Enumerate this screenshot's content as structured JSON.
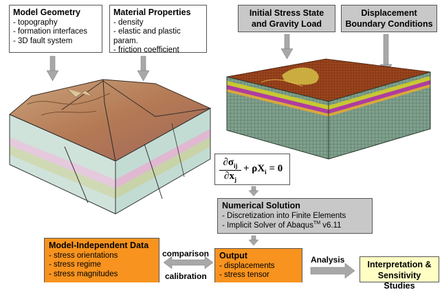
{
  "model_geometry": {
    "title": "Model Geometry",
    "items": [
      "- topography",
      "- formation interfaces",
      "- 3D fault system"
    ]
  },
  "material_properties": {
    "title": "Material Properties",
    "items": [
      "- density",
      "- elastic and plastic param.",
      "- friction coefficient"
    ]
  },
  "initial_stress": {
    "line1": "Initial Stress State",
    "line2": "and Gravity Load"
  },
  "displacement_bc": {
    "line1": "Displacement",
    "line2": "Boundary Conditions"
  },
  "equation": {
    "num": "∂σ",
    "num_sub": "ij",
    "den": "∂x",
    "den_sub": "j",
    "rest": "+ ρX",
    "rest_sub": "i",
    "equals": "= 0"
  },
  "numerical_solution": {
    "title": "Numerical Solution",
    "item1": "- Discretization into Finite Elements",
    "item2_pre": "- Implicit Solver of Abaqus",
    "item2_sup": "TM",
    "item2_post": " v6.11"
  },
  "model_independent": {
    "title": "Model-Independent Data",
    "items": [
      "- stress orientations",
      "- stress regime",
      "- stress magnitudes"
    ]
  },
  "comparison_label": "comparison",
  "calibration_label": "calibration",
  "output": {
    "title": "Output",
    "items": [
      "- displacements",
      "- stress tensor"
    ]
  },
  "analysis_label": "Analysis",
  "interpretation": {
    "line1": "Interpretation &",
    "line2": "Sensitivity Studies"
  },
  "colors": {
    "box_gray": "#c8c8c8",
    "box_orange": "#f7931e",
    "box_yellow": "#ffffc4",
    "arrow_gray": "#a8a8a8"
  }
}
